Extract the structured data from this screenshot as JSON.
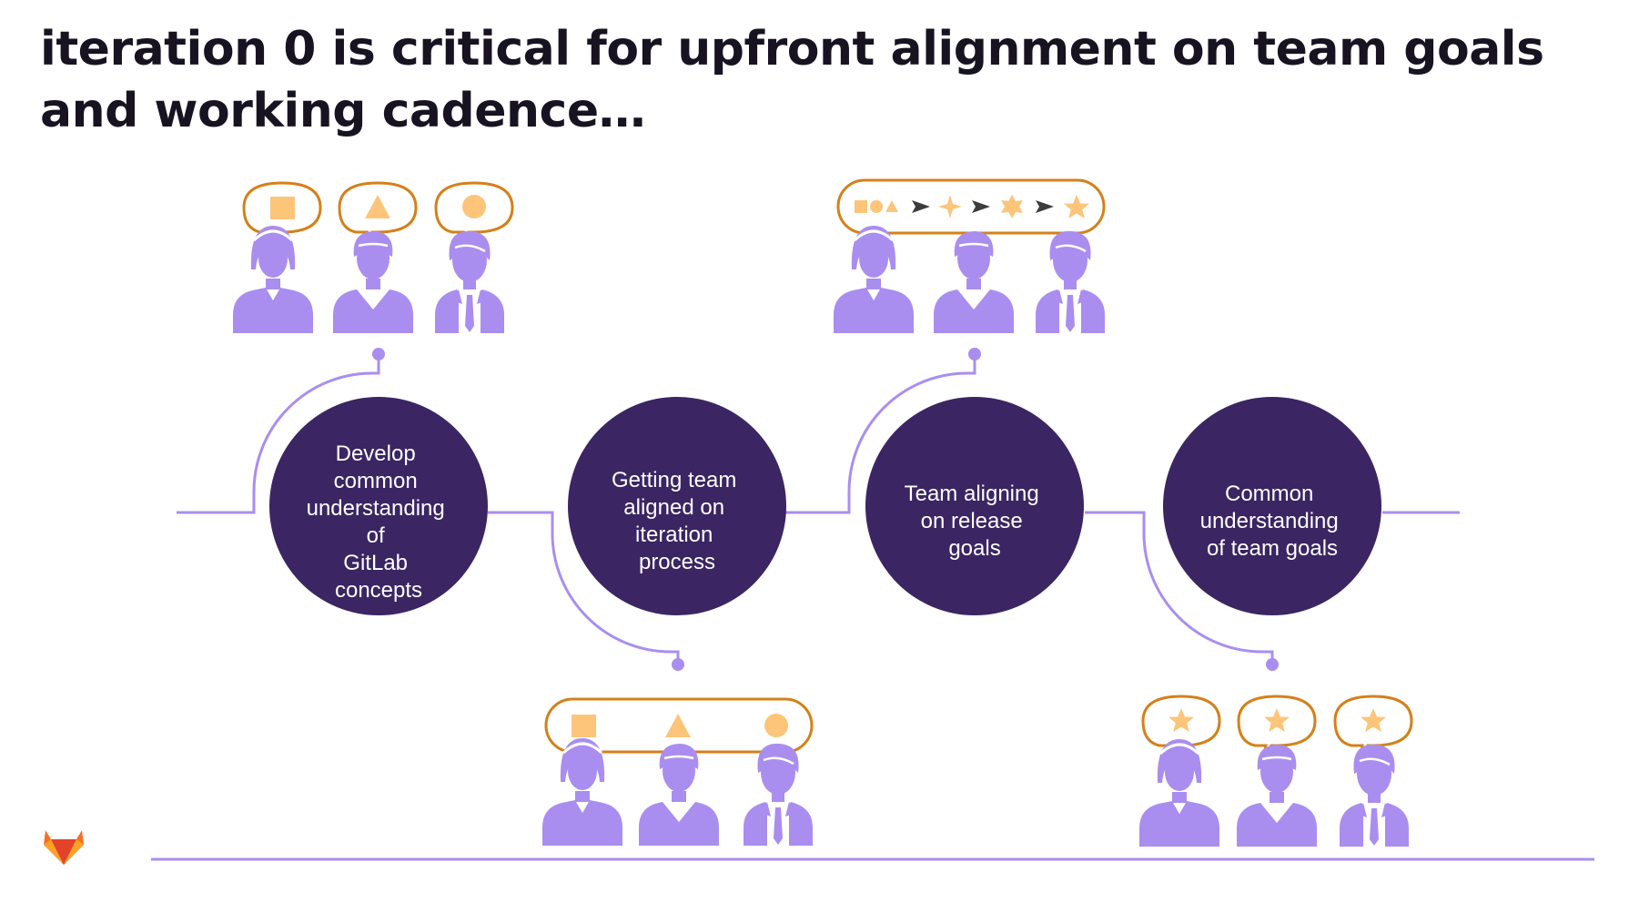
{
  "title": "iteration 0 is critical for upfront alignment on team goals and working cadence…",
  "colors": {
    "circle": "#3b2563",
    "line": "#a98ef0",
    "person": "#a98ef0",
    "bubble_stroke": "#d4811a",
    "shape_fill": "#fcc57a",
    "arrow": "#3c3c3c",
    "logo": "#e24329"
  },
  "steps": [
    {
      "lines": [
        "Develop",
        "common",
        "understanding",
        "of",
        "GitLab",
        "concepts"
      ]
    },
    {
      "lines": [
        "Getting team",
        "aligned on",
        "iteration",
        "process"
      ]
    },
    {
      "lines": [
        "Team aligning",
        "on release",
        "goals"
      ]
    },
    {
      "lines": [
        "Common",
        "understanding",
        "of team goals"
      ]
    }
  ],
  "icons": {
    "group_1_bubbles": [
      "square-icon",
      "triangle-icon",
      "circle-icon"
    ],
    "group_2_pill": [
      "square-icon",
      "triangle-icon",
      "circle-icon"
    ],
    "group_3_pill": [
      "square-icon",
      "circle-icon",
      "triangle-icon",
      "arrow-icon",
      "sparkle-icon",
      "arrow-icon",
      "burst-star-icon",
      "arrow-icon",
      "star-icon"
    ],
    "group_4_bubbles": [
      "star-icon",
      "star-icon",
      "star-icon"
    ],
    "people": [
      "woman-icon",
      "man-icon",
      "man-with-tie-icon"
    ],
    "logo": "gitlab-logo-icon"
  }
}
